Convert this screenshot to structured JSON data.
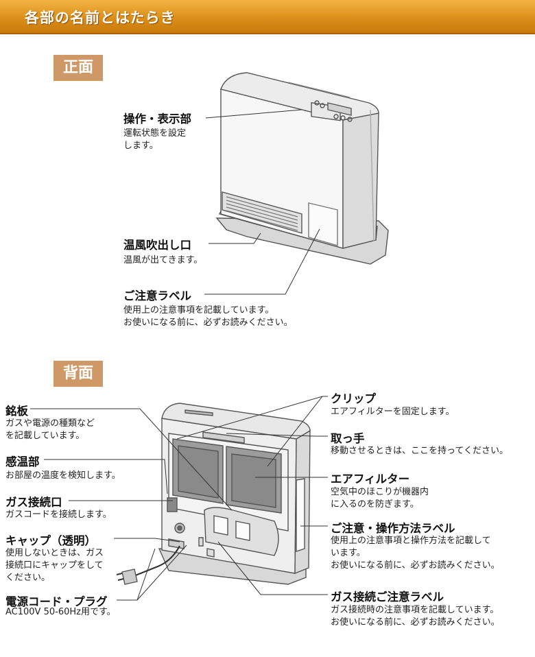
{
  "header": {
    "title": "各部の名前とはたらき"
  },
  "sections": {
    "front": {
      "label": "正面"
    },
    "back": {
      "label": "背面"
    }
  },
  "front_parts": {
    "control": {
      "name": "操作・表示部",
      "desc1": "運転状態を設定",
      "desc2": "します。"
    },
    "outlet": {
      "name": "温風吹出し口",
      "desc1": "温風が出てきます。"
    },
    "caution": {
      "name": "ご注意ラベル",
      "desc1": "使用上の注意事項を記載しています。",
      "desc2": "お使いになる前に、必ずお読みください。"
    }
  },
  "back_parts": {
    "nameplate": {
      "name": "銘板",
      "desc1": "ガスや電源の種類など",
      "desc2": "を記載しています。"
    },
    "sensor": {
      "name": "感温部",
      "desc1": "お部屋の温度を検知します。"
    },
    "gas_port": {
      "name": "ガス接続口",
      "desc1": "ガスコードを接続します。"
    },
    "cap": {
      "name": "キャップ（透明）",
      "desc1": "使用しないときは、ガス",
      "desc2": "接続口にキャップをして",
      "desc3": "ください。"
    },
    "power": {
      "name": "電源コード・プラグ",
      "desc1": "AC100V 50-60Hz用です。"
    },
    "clip": {
      "name": "クリップ",
      "desc1": "エアフィルターを固定します。"
    },
    "handle": {
      "name": "取っ手",
      "desc1": "移動させるときは、ここを持ってください。"
    },
    "filter": {
      "name": "エアフィルター",
      "desc1": "空気中のほこりが機器内",
      "desc2": "に入るのを防ぎます。"
    },
    "op_label": {
      "name": "ご注意・操作方法ラベル",
      "desc1": "使用上の注意事項と操作方法を記載して",
      "desc2": "います。",
      "desc3": "お使いになる前に、必ずお読みください。"
    },
    "gas_label": {
      "name": "ガス接続ご注意ラベル",
      "desc1": "ガス接続時の注意事項を記載しています。",
      "desc2": "お使いになる前に、必ずお読みください。"
    }
  }
}
